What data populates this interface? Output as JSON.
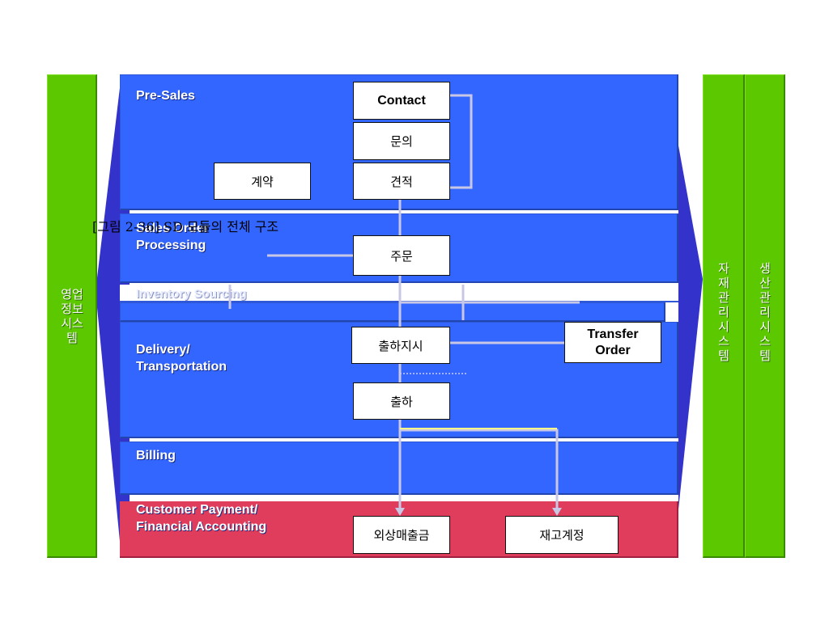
{
  "left_system": {
    "label": "영업\n정보\n시스\n템"
  },
  "right_systems": [
    {
      "label": "자\n재\n관\n리\n시\n스\n템"
    },
    {
      "label": "생\n산\n관\n리\n시\n스\n템"
    }
  ],
  "bands": {
    "pre_sales": "Pre-Sales",
    "sales_order": "Sales Order\nProcessing",
    "inventory": "Inventory Sourcing",
    "delivery": "Delivery/\nTransportation",
    "billing": "Billing",
    "payment": "Customer Payment/\nFinancial Accounting"
  },
  "boxes": {
    "contact": "Contact",
    "inquiry": "문의",
    "contract": "계약",
    "quotation": "견적",
    "order": "주문",
    "shipping_instruction": "출하지시",
    "transfer_order": "Transfer\nOrder",
    "shipment": "출하",
    "accounts_receivable": "외상매출금",
    "inventory_account": "재고계정"
  },
  "caption": "[그림 2-36] SD 모듈의 전체 구조",
  "colors": {
    "band_blue": "#3366ff",
    "band_red": "#e03c5c",
    "system_green": "#5cc800",
    "trapezoid": "#3333cc",
    "connector": "#c8c8e6",
    "highlight": "#ffff88"
  }
}
